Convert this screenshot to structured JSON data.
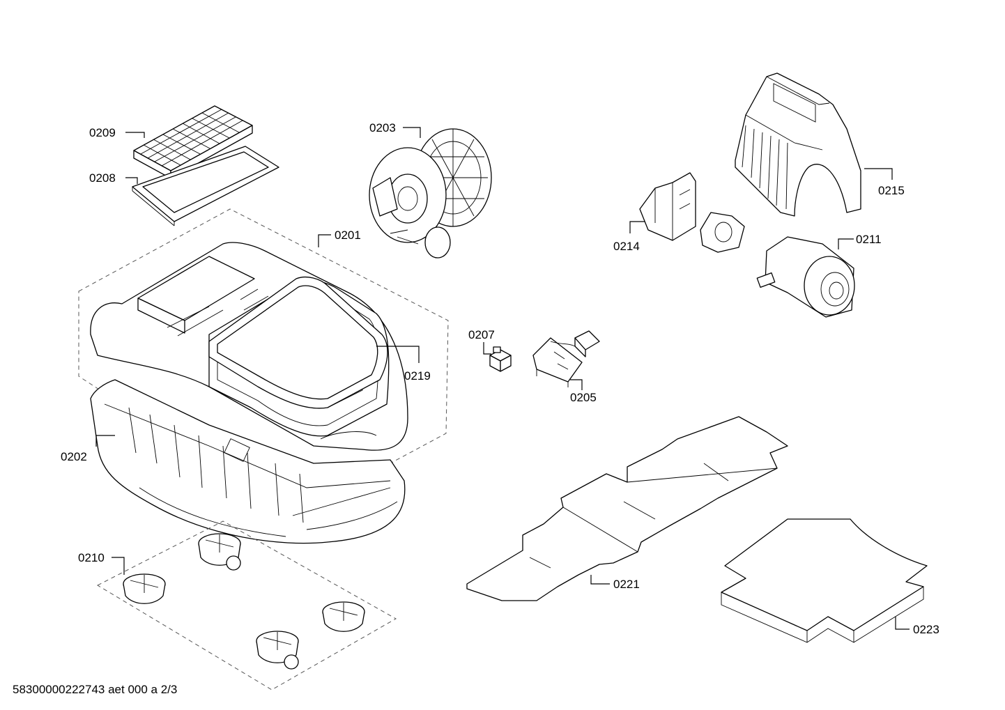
{
  "drawing_id": "58300000222743 aet 000 a 2/3",
  "labels": {
    "p0201": "0201",
    "p0202": "0202",
    "p0203": "0203",
    "p0205": "0205",
    "p0207": "0207",
    "p0208": "0208",
    "p0209": "0209",
    "p0210": "0210",
    "p0211": "0211",
    "p0214": "0214",
    "p0215": "0215",
    "p0219": "0219",
    "p0221": "0221",
    "p0223": "0223"
  }
}
